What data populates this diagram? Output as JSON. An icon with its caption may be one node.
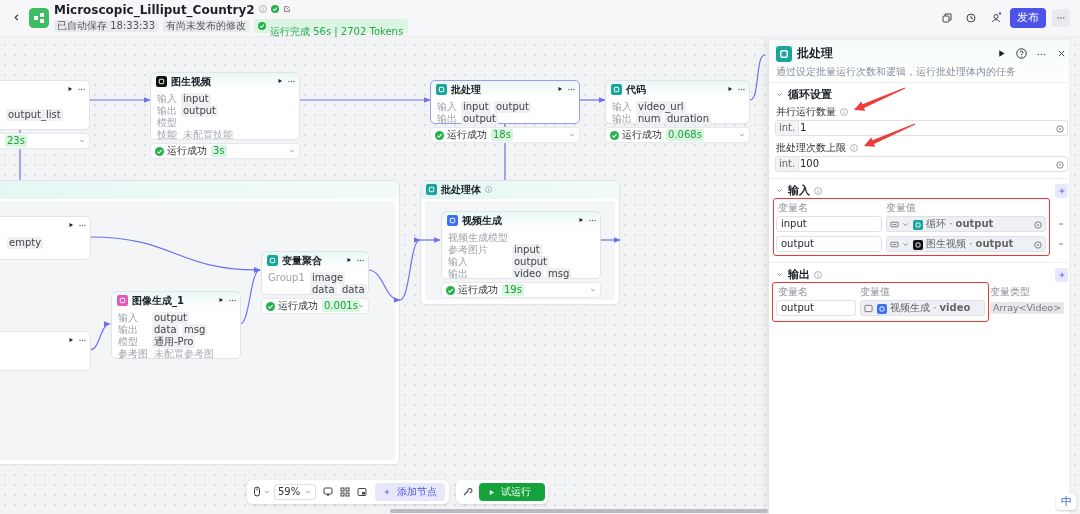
{
  "diagram": {
    "title": "Microscopic_Lilliput_Country2",
    "nodes": [
      {
        "text": [
          "output_list"
        ],
        "beside": [
          "23s"
        ]
      },
      {
        "text": [
          "图生视频",
          "输入",
          "input",
          "输出",
          "output",
          "模型",
          "技能",
          "未配置技能"
        ],
        "beside": [
          "运行成功",
          "3s"
        ]
      },
      {
        "text": [
          "批处理",
          "输入",
          "input",
          "output",
          "输出",
          "output"
        ],
        "beside": [
          "运行成功",
          "18s"
        ]
      },
      {
        "text": [
          "代码",
          "输入",
          "video_url",
          "输出",
          "num",
          "duration"
        ],
        "beside": [
          "运行成功",
          "0.068s"
        ]
      },
      {
        "text": [
          "批处理体"
        ]
      },
      {
        "text": [
          "视频生成",
          "视频生成模型",
          "参考图片",
          "input",
          "输入",
          "output",
          "输出",
          "video",
          "msg"
        ],
        "in": 4,
        "beside": [
          "运行成功",
          "19s"
        ]
      },
      {
        "text": [],
        "shape": "box"
      },
      {
        "text": [
          "变量聚合",
          "Group1",
          "image",
          "data",
          "data"
        ],
        "in": 6,
        "beside": [
          "运行成功",
          "0.001s"
        ]
      },
      {
        "text": [
          "图像生成_1",
          "输入",
          "output",
          "输出",
          "data",
          "msg",
          "模型",
          "通用-Pro",
          "参考图",
          "未配置参考图"
        ],
        "in": 6
      },
      {
        "text": [
          "empty"
        ],
        "in": 6
      },
      {
        "text": [],
        "shape": "box",
        "in": 6
      }
    ],
    "edges": [
      {
        "from": 0,
        "to": 1,
        "arrow": "to"
      },
      {
        "from": 1,
        "to": 2,
        "arrow": "to"
      },
      {
        "from": 2,
        "to": 3,
        "arrow": "to"
      },
      {
        "from": 3,
        "to": null,
        "arrow": "none"
      },
      {
        "from": 2,
        "to": 4,
        "arrow": "none"
      },
      {
        "from": 0,
        "to": 6,
        "arrow": "none"
      },
      {
        "from": 6,
        "to": 4,
        "arrow": "to"
      },
      {
        "from": 4,
        "to": 5,
        "arrow": "to"
      },
      {
        "from": 5,
        "to": 4,
        "arrow": "to"
      },
      {
        "from": 9,
        "to": 7,
        "arrow": "to"
      },
      {
        "from": 10,
        "to": 8,
        "arrow": "to"
      },
      {
        "from": 8,
        "to": 7,
        "arrow": "to"
      },
      {
        "from": 7,
        "to": 6,
        "arrow": "to"
      }
    ],
    "labels": [
      "已自动保存 18:33:33",
      "有尚未发布的修改",
      "运行完成 56s | 2702 Tokens",
      "发布",
      "批处理",
      "通过设定批量运行次数和逻辑，运行批处理体内的任务",
      "循环设置",
      "并行运行数量",
      "int.",
      "1",
      "批处理次数上限",
      "int.",
      "100",
      "输入",
      "变量名",
      "变量值",
      "input",
      "循环 · **output**",
      "output",
      "图生视频 · **output**",
      "输出",
      "变量名",
      "变量值",
      "变量类型",
      "output",
      "视频生成 · **video**",
      "Array<Video>",
      "59%",
      "添加节点",
      "试运行",
      "中"
    ]
  }
}
